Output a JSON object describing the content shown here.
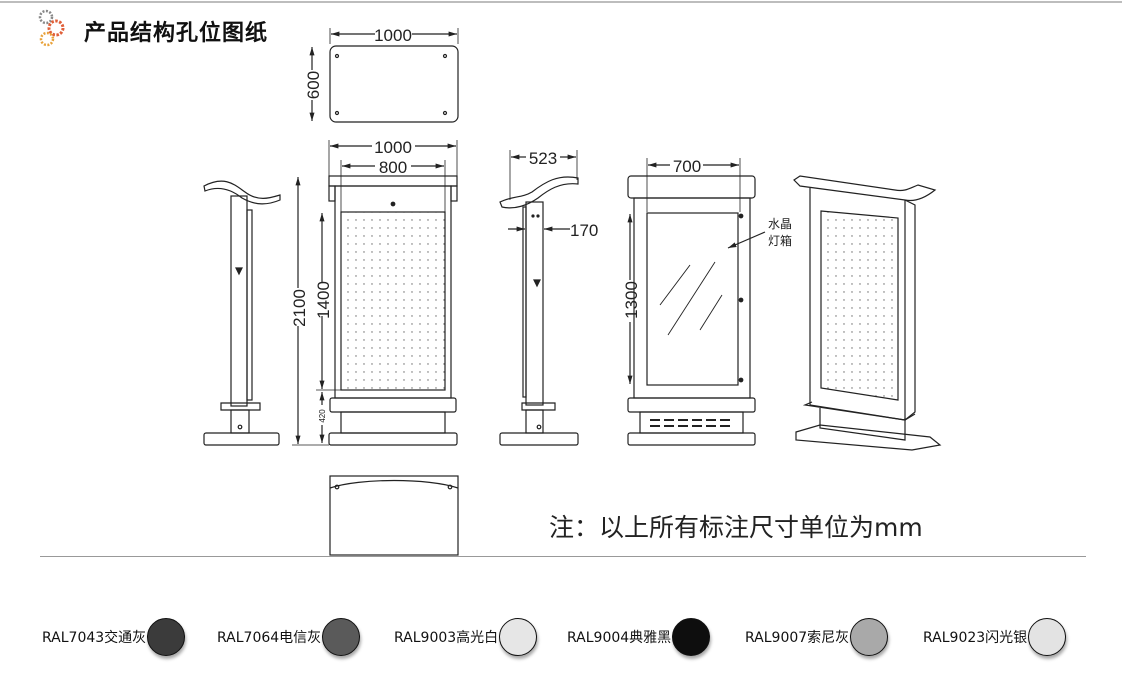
{
  "header": {
    "title": "产品结构孔位图纸",
    "icon": "gears-icon"
  },
  "dimensions": {
    "top_width": "1000",
    "top_height": "600",
    "front_outer_width": "1000",
    "front_inner_width": "800",
    "total_height": "2100",
    "panel_height": "1400",
    "base_height": "420",
    "side_depth": "523",
    "post_width": "170",
    "back_light_width": "700",
    "back_light_height": "1300"
  },
  "callout": {
    "line1": "水晶",
    "line2": "灯箱"
  },
  "note": "注：以上所有标注尺寸单位为mm",
  "swatches": [
    {
      "label": "RAL7043交通灰",
      "color": "#3b3b3b"
    },
    {
      "label": "RAL7064电信灰",
      "color": "#5a5a5a"
    },
    {
      "label": "RAL9003高光白",
      "color": "#e6e6e6"
    },
    {
      "label": "RAL9004典雅黑",
      "color": "#0e0e0e"
    },
    {
      "label": "RAL9007索尼灰",
      "color": "#a9a9a9"
    },
    {
      "label": "RAL9023闪光银",
      "color": "#e3e3e3"
    }
  ]
}
